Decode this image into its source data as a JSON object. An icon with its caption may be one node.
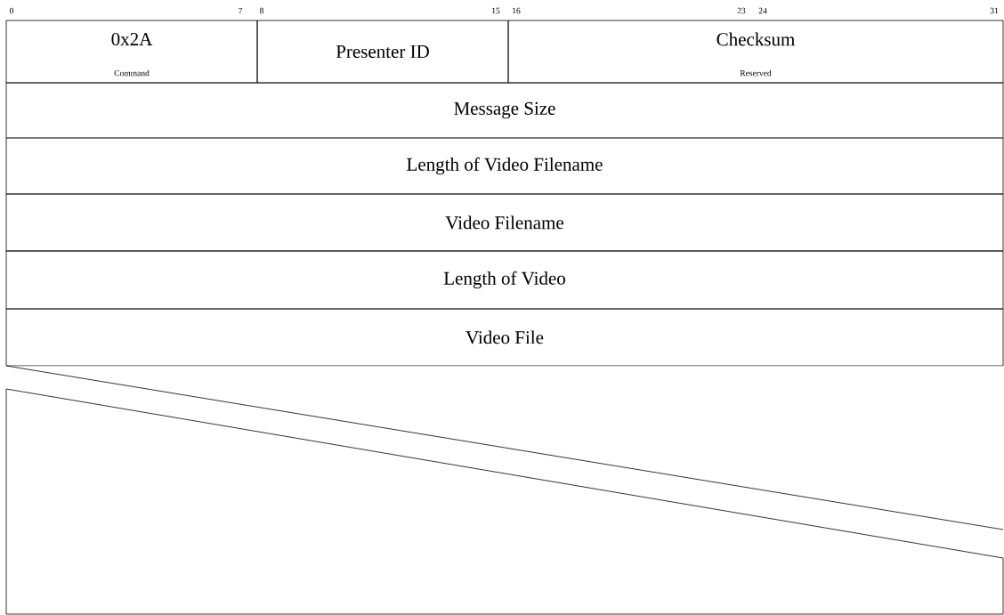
{
  "diagram": {
    "nodes": [
      {
        "text": [
          "0x2A",
          "Command"
        ]
      },
      {
        "text": [
          "Presenter ID"
        ]
      },
      {
        "text": [
          "Checksum",
          "Reserved"
        ]
      },
      {
        "text": [
          "Message Size"
        ]
      },
      {
        "text": [
          "Length of Video Filename"
        ]
      },
      {
        "text": [
          "Video Filename"
        ]
      },
      {
        "text": [
          "Length of Video"
        ]
      },
      {
        "text": [
          "Video File"
        ]
      },
      {
        "text": [],
        "shape": "box"
      }
    ],
    "labels": [
      "0",
      "7",
      "8",
      "15",
      "16",
      "23",
      "24",
      "31"
    ]
  }
}
